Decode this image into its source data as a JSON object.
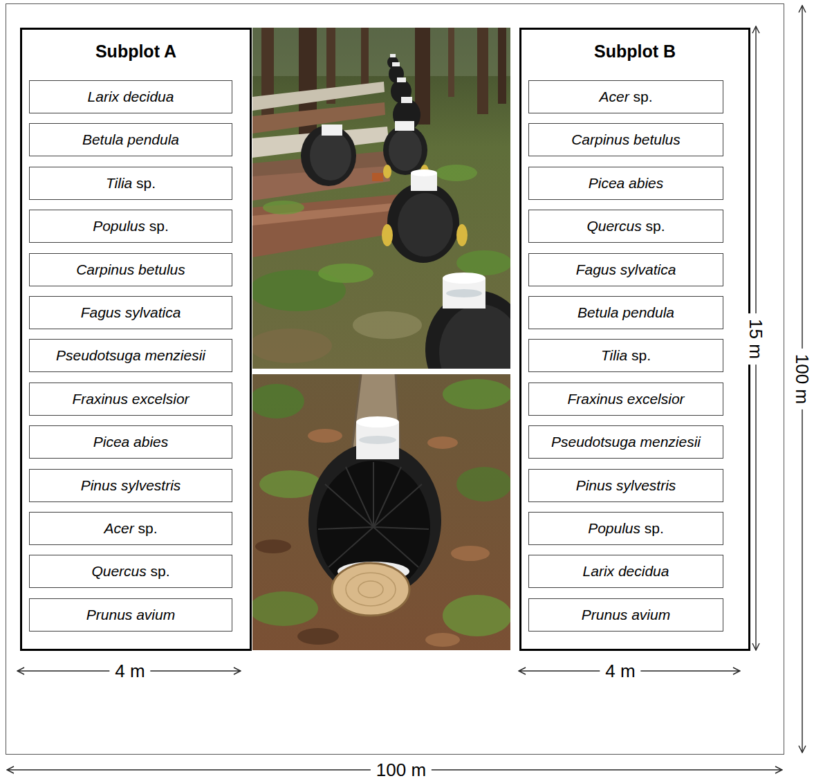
{
  "diagram": {
    "nodes": [
      {
        "text": [
          "Subplot A"
        ]
      },
      {
        "text": [
          "Larix decidua"
        ],
        "in": 0
      },
      {
        "text": [
          "Betula pendula"
        ],
        "in": 0
      },
      {
        "text": [
          "Tilia sp."
        ],
        "in": 0
      },
      {
        "text": [
          "Populus sp."
        ],
        "in": 0
      },
      {
        "text": [
          "Carpinus betulus"
        ],
        "in": 0
      },
      {
        "text": [
          "Fagus sylvatica"
        ],
        "in": 0
      },
      {
        "text": [
          "Pseudotsuga menziesii"
        ],
        "in": 0
      },
      {
        "text": [
          "Fraxinus excelsior"
        ],
        "in": 0
      },
      {
        "text": [
          "Picea abies"
        ],
        "in": 0
      },
      {
        "text": [
          "Pinus sylvestris"
        ],
        "in": 0
      },
      {
        "text": [
          "Acer sp."
        ],
        "in": 0
      },
      {
        "text": [
          "Quercus sp."
        ],
        "in": 0
      },
      {
        "text": [
          "Prunus avium"
        ],
        "in": 0
      },
      {
        "text": [
          "Subplot B"
        ]
      },
      {
        "text": [
          "Acer sp."
        ],
        "in": 14
      },
      {
        "text": [
          "Carpinus betulus"
        ],
        "in": 14
      },
      {
        "text": [
          "Picea abies"
        ],
        "in": 14
      },
      {
        "text": [
          "Quercus sp."
        ],
        "in": 14
      },
      {
        "text": [
          "Fagus sylvatica"
        ],
        "in": 14
      },
      {
        "text": [
          "Betula pendula"
        ],
        "in": 14
      },
      {
        "text": [
          "Tilia sp."
        ],
        "in": 14
      },
      {
        "text": [
          "Fraxinus excelsior"
        ],
        "in": 14
      },
      {
        "text": [
          "Pseudotsuga menziesii"
        ],
        "in": 14
      },
      {
        "text": [
          "Pinus sylvestris"
        ],
        "in": 14
      },
      {
        "text": [
          "Populus sp."
        ],
        "in": 14
      },
      {
        "text": [
          "Larix decidua"
        ],
        "in": 14
      },
      {
        "text": [
          "Prunus avium"
        ],
        "in": 14
      }
    ],
    "labels": [
      "15 m",
      "100 m",
      "4 m",
      "4 m",
      "100 m"
    ]
  }
}
